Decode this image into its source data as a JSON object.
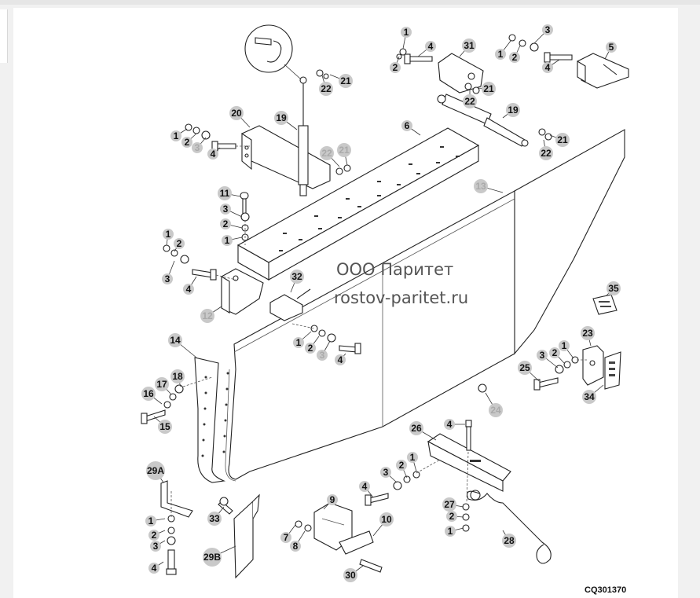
{
  "watermark": {
    "line1": "ООО Паритет",
    "line2": "rostov-paritet.ru"
  },
  "figure_code": "CQ301370",
  "callouts": [
    {
      "label": "1"
    },
    {
      "label": "2"
    },
    {
      "label": "4"
    },
    {
      "label": "31"
    },
    {
      "label": "3"
    },
    {
      "label": "1"
    },
    {
      "label": "2"
    },
    {
      "label": "4"
    },
    {
      "label": "5"
    },
    {
      "label": "22"
    },
    {
      "label": "21"
    },
    {
      "label": "21"
    },
    {
      "label": "22"
    },
    {
      "label": "19"
    },
    {
      "label": "22"
    },
    {
      "label": "21"
    },
    {
      "label": "20"
    },
    {
      "label": "19"
    },
    {
      "label": "6"
    },
    {
      "label": "1"
    },
    {
      "label": "2"
    },
    {
      "label": "3"
    },
    {
      "label": "4"
    },
    {
      "label": "22"
    },
    {
      "label": "21"
    },
    {
      "label": "13"
    },
    {
      "label": "11"
    },
    {
      "label": "3"
    },
    {
      "label": "2"
    },
    {
      "label": "1"
    },
    {
      "label": "1"
    },
    {
      "label": "2"
    },
    {
      "label": "3"
    },
    {
      "label": "4"
    },
    {
      "label": "32"
    },
    {
      "label": "12"
    },
    {
      "label": "35"
    },
    {
      "label": "1"
    },
    {
      "label": "2"
    },
    {
      "label": "3"
    },
    {
      "label": "4"
    },
    {
      "label": "14"
    },
    {
      "label": "23"
    },
    {
      "label": "3"
    },
    {
      "label": "2"
    },
    {
      "label": "1"
    },
    {
      "label": "25"
    },
    {
      "label": "34"
    },
    {
      "label": "18"
    },
    {
      "label": "17"
    },
    {
      "label": "16"
    },
    {
      "label": "15"
    },
    {
      "label": "24"
    },
    {
      "label": "4"
    },
    {
      "label": "26"
    },
    {
      "label": "2"
    },
    {
      "label": "1"
    },
    {
      "label": "3"
    },
    {
      "label": "4"
    },
    {
      "label": "29A"
    },
    {
      "label": "9"
    },
    {
      "label": "27"
    },
    {
      "label": "2"
    },
    {
      "label": "1"
    },
    {
      "label": "33"
    },
    {
      "label": "10"
    },
    {
      "label": "1"
    },
    {
      "label": "2"
    },
    {
      "label": "3"
    },
    {
      "label": "7"
    },
    {
      "label": "8"
    },
    {
      "label": "28"
    },
    {
      "label": "29B"
    },
    {
      "label": "4"
    },
    {
      "label": "30"
    }
  ]
}
